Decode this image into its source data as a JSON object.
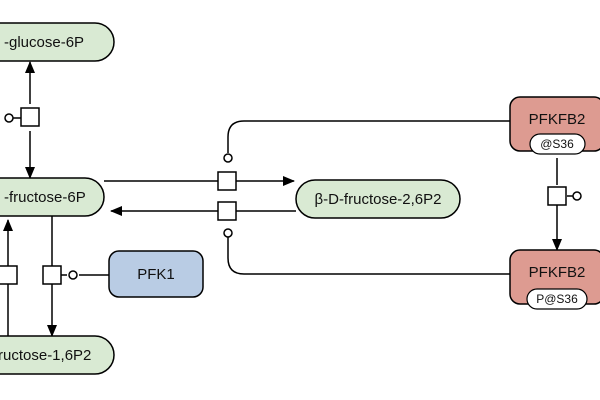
{
  "nodes": {
    "glucose_6p": "-glucose-6P",
    "fructose_6p": "-fructose-6P",
    "fructose_26p2": "β-D-fructose-2,6P2",
    "fructose_16p2": "ructose-1,6P2",
    "pfk1": "PFK1",
    "pfkfb2_top": "PFKFB2",
    "pfkfb2_bottom": "PFKFB2"
  },
  "badges": {
    "pfkfb2_top_state": "@S36",
    "pfkfb2_bottom_state": "P@S36"
  },
  "colors": {
    "metabolite_fill": "#d9ead3",
    "enzyme_fill": "#b9cce4",
    "complex_fill": "#dd9b91",
    "stroke": "#000000"
  }
}
